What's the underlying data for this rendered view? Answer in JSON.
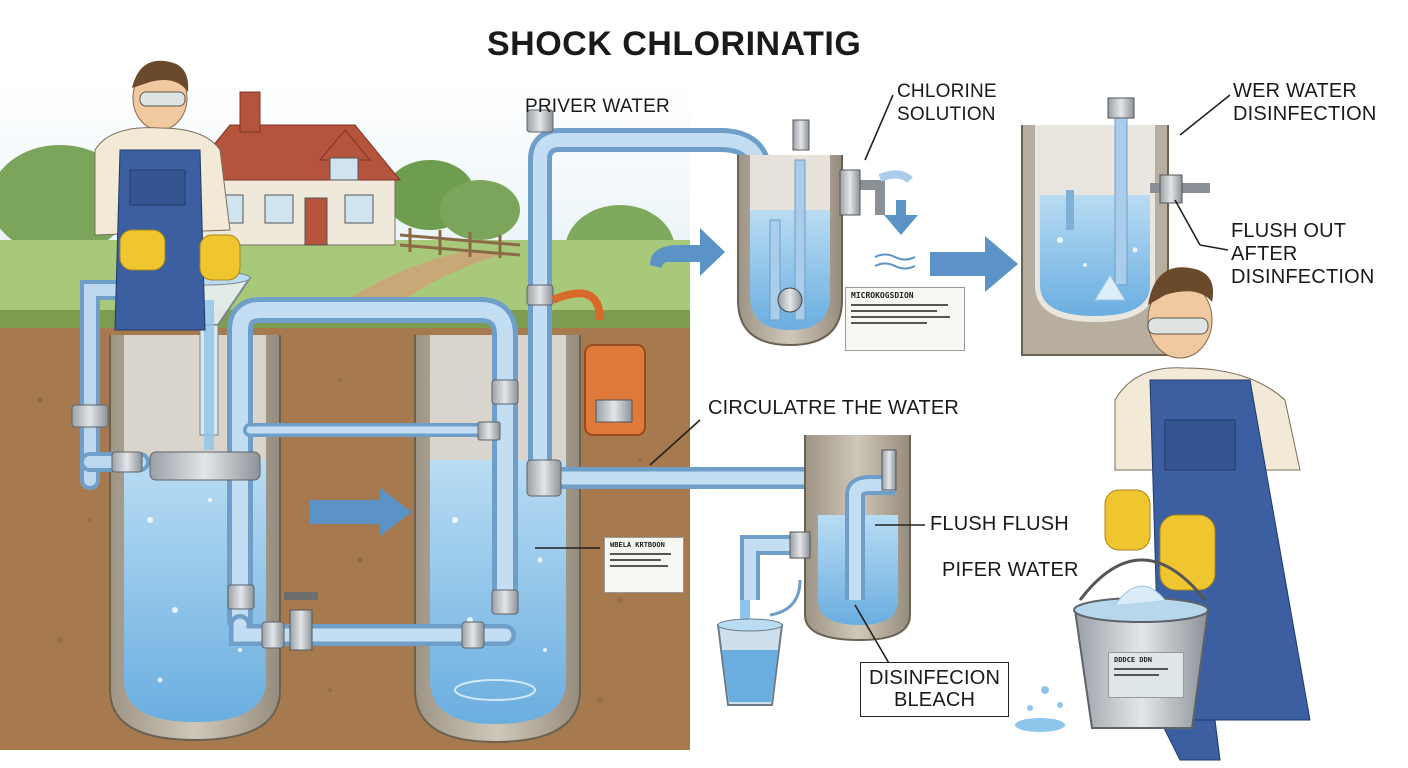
{
  "title": "SHOCK CHLORINATIG",
  "labels": {
    "priver_water": "PRIVER WATER",
    "chlorine_solution": "CHLORINE\nSOLUTION",
    "wer_water_disinfection": "WER WATER\nDISINFECTION",
    "flush_out_after_disinfection": "FLUSH OUT\nAFTER\nDISINFECTION",
    "circulate_the_water": "CIRCULATRE THE WATER",
    "flush_flush": "FLUSH FLUSH",
    "pifer_water": "PIFER WATER",
    "disinfection_bleach": "DISINFECION\nBLEACH"
  },
  "notes": {
    "micro_note": "MICROKOGSDION",
    "well_note": "WBELA KRTBOON",
    "bucket_label": "DDDCE DDN"
  },
  "colors": {
    "water": "#8ec5ea",
    "water_dark": "#5b9fd4",
    "pipe": "#a9cdea",
    "arrow": "#5b93c7",
    "soil": "#a67a4e",
    "overalls": "#3b5fa0",
    "glove": "#f0c630",
    "roof": "#b5543d",
    "orange_tank": "#e07a3a"
  }
}
